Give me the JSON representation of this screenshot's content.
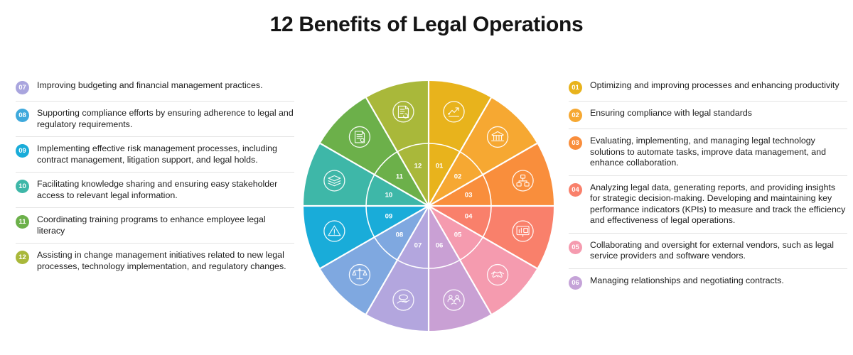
{
  "title": "12 Benefits of Legal Operations",
  "colors": {
    "s01": "#E8B31C",
    "s02": "#F6A832",
    "s03": "#F98E3C",
    "s04": "#F9806B",
    "s05": "#F59BAF",
    "s06": "#EF8FB6",
    "s07": "#C5A3D8",
    "s08": "#A9A5DE",
    "s09": "#7FA8E0",
    "s10": "#19ACD9",
    "s11": "#3EB7A8",
    "s12": "#6CB04A",
    "s13": "#A9B83A",
    "divider": "#E3E3E3",
    "title_color": "#151515",
    "text_color": "#1D1D1D"
  },
  "left_column": {
    "items": [
      {
        "number": "07",
        "badge_color": "#A9A5DE",
        "text": "Improving budgeting and financial management practices."
      },
      {
        "number": "08",
        "badge_color": "#3FA9DC",
        "text": "Supporting compliance efforts by ensuring adherence to legal and regulatory requirements."
      },
      {
        "number": "09",
        "badge_color": "#19ACD9",
        "text": "Implementing effective risk management processes, including contract management, litigation support, and legal holds."
      },
      {
        "number": "10",
        "badge_color": "#3EB7A8",
        "text": "Facilitating knowledge sharing and ensuring easy stakeholder access to relevant legal information."
      },
      {
        "number": "11",
        "badge_color": "#6CB04A",
        "text": "Coordinating training programs to enhance employee legal literacy"
      },
      {
        "number": "12",
        "badge_color": "#A9B83A",
        "text": "Assisting in change management initiatives related to new legal processes, technology implementation, and regulatory changes."
      }
    ]
  },
  "right_column": {
    "items": [
      {
        "number": "01",
        "badge_color": "#E8B31C",
        "text": "Optimizing and improving processes and enhancing productivity"
      },
      {
        "number": "02",
        "badge_color": "#F6A832",
        "text": "Ensuring compliance with legal standards"
      },
      {
        "number": "03",
        "badge_color": "#F98E3C",
        "text": "Evaluating, implementing, and managing legal technology solutions to automate tasks, improve data management, and enhance collaboration."
      },
      {
        "number": "04",
        "badge_color": "#F9806B",
        "text": "Analyzing legal data, generating reports, and providing insights for strategic decision-making. Developing and maintaining key performance indicators (KPIs) to measure and track the efficiency and effectiveness of legal operations."
      },
      {
        "number": "05",
        "badge_color": "#F59BAF",
        "text": "Collaborating and oversight for external vendors, such as legal service providers and software vendors."
      },
      {
        "number": "06",
        "badge_color": "#C5A3D8",
        "text": "Managing relationships and negotiating contracts."
      }
    ]
  },
  "wheel": {
    "segments": [
      {
        "number": "01",
        "color": "#E8B31C",
        "icon": "growth-arrow-icon"
      },
      {
        "number": "02",
        "color": "#F6A832",
        "icon": "courthouse-icon"
      },
      {
        "number": "03",
        "color": "#F98E3C",
        "icon": "hierarchy-network-icon"
      },
      {
        "number": "04",
        "color": "#F9806B",
        "icon": "presentation-chart-icon"
      },
      {
        "number": "05",
        "color": "#F59BAF",
        "icon": "handshake-icon"
      },
      {
        "number": "06",
        "color": "#C9A0D4",
        "icon": "negotiation-contract-icon"
      },
      {
        "number": "07",
        "color": "#B3A6DE",
        "icon": "hand-money-icon"
      },
      {
        "number": "08",
        "color": "#7FA8E0",
        "icon": "scales-of-justice-icon"
      },
      {
        "number": "09",
        "color": "#19ACD9",
        "icon": "risk-warning-icon"
      },
      {
        "number": "10",
        "color": "#3EB7A8",
        "icon": "stacked-books-icon"
      },
      {
        "number": "11",
        "color": "#6CB04A",
        "icon": "legal-document-icon"
      },
      {
        "number": "12",
        "color": "#A9B83A",
        "icon": "document-change-icon"
      }
    ]
  }
}
